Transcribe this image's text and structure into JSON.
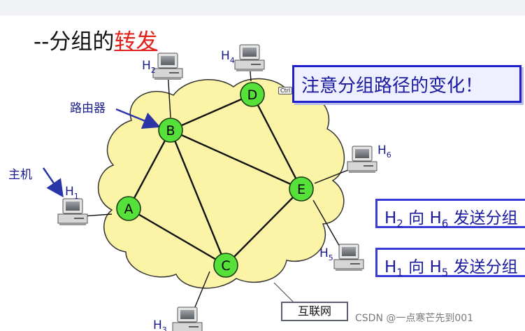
{
  "title": {
    "prefix": "--分组的",
    "highlight": "转发"
  },
  "nodes": [
    {
      "id": "A",
      "label": "A"
    },
    {
      "id": "B",
      "label": "B"
    },
    {
      "id": "C",
      "label": "C"
    },
    {
      "id": "D",
      "label": "D"
    },
    {
      "id": "E",
      "label": "E"
    }
  ],
  "links": [
    [
      "A",
      "B"
    ],
    [
      "A",
      "C"
    ],
    [
      "B",
      "C"
    ],
    [
      "B",
      "D"
    ],
    [
      "B",
      "E"
    ],
    [
      "D",
      "E"
    ],
    [
      "C",
      "E"
    ]
  ],
  "hosts": [
    {
      "id": "H1",
      "name": "H",
      "sub": "1",
      "attached": "A"
    },
    {
      "id": "H2",
      "name": "H",
      "sub": "2",
      "attached": "B"
    },
    {
      "id": "H3",
      "name": "H",
      "sub": "3",
      "attached": "C"
    },
    {
      "id": "H4",
      "name": "H",
      "sub": "4",
      "attached": "D"
    },
    {
      "id": "H5",
      "name": "H",
      "sub": "5",
      "attached": "E"
    },
    {
      "id": "H6",
      "name": "H",
      "sub": "6",
      "attached": "E"
    }
  ],
  "labels": {
    "router": "路由器",
    "host": "主机",
    "internet": "互联网",
    "ctrl": "Ctrl"
  },
  "notes": {
    "path_change": "注意分组路径的变化！",
    "h2_h6": {
      "h1": "H",
      "s1": "2",
      "mid": " 向 ",
      "h2": "H",
      "s2": "6",
      "end": " 发送分组"
    },
    "h1_h5": {
      "h1": "H",
      "s1": "1",
      "mid": " 向 ",
      "h2": "H",
      "s2": "5",
      "end": " 发送分组"
    }
  },
  "colors": {
    "cloud": "#fbf4a6",
    "cloud_edge": "#333333",
    "router": "#55e03a",
    "link": "#111111",
    "arrow": "#2a35a8",
    "note": "#1a1aa0"
  },
  "watermark": "CSDN @一点寒芒先到001"
}
